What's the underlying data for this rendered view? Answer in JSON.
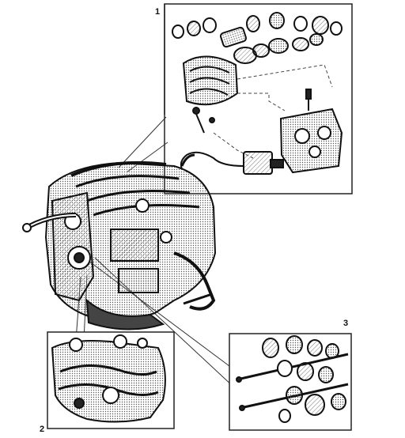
{
  "diagram": {
    "callouts": [
      {
        "id": "A",
        "label": "1"
      },
      {
        "id": "B",
        "label": "2"
      },
      {
        "id": "C",
        "label": "3"
      }
    ],
    "colors": {
      "ink": "#1a1a1a",
      "panel_fill": "#ffffff",
      "panel_stroke": "#2a2a2a",
      "shade": "#555555",
      "hatch": "#888888"
    }
  }
}
